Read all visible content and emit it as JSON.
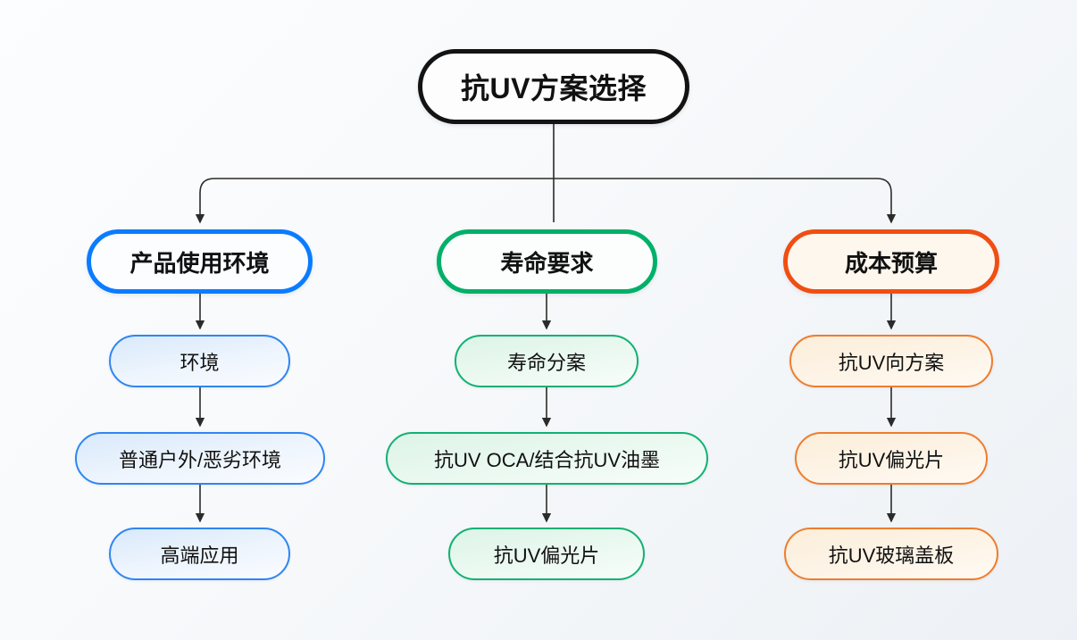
{
  "diagram": {
    "title": "抗UV方案选择",
    "type": "flowchart",
    "background": {
      "from": "#fcfdfe",
      "to": "#edf1f5"
    },
    "edge_color": "#2b2b2b",
    "root": {
      "label": "抗UV方案选择",
      "border_color": "#131313",
      "fill_color": "#fdfdfd"
    },
    "branches": [
      {
        "id": "environment",
        "header": {
          "label": "产品使用环境",
          "border_color": "#0a7cff",
          "fill_color": "#fbfdff"
        },
        "accent_color": "#2f86f0",
        "steps": [
          {
            "label": "环境"
          },
          {
            "label": "普通户外/恶劣环境"
          },
          {
            "label": "高端应用"
          }
        ]
      },
      {
        "id": "lifetime",
        "header": {
          "label": "寿命要求",
          "border_color": "#00b069",
          "fill_color": "#fbfefc"
        },
        "accent_color": "#12b174",
        "steps": [
          {
            "label": "寿命分案"
          },
          {
            "label": "抗UV OCA/结合抗UV油墨"
          },
          {
            "label": "抗UV偏光片"
          }
        ]
      },
      {
        "id": "cost",
        "header": {
          "label": "成本预算",
          "border_color": "#f04e13",
          "fill_color": "#fdf7ee"
        },
        "accent_color": "#ee7d2e",
        "steps": [
          {
            "label": "抗UV向方案"
          },
          {
            "label": "抗UV偏光片"
          },
          {
            "label": "抗UV玻璃盖板"
          }
        ]
      }
    ]
  }
}
